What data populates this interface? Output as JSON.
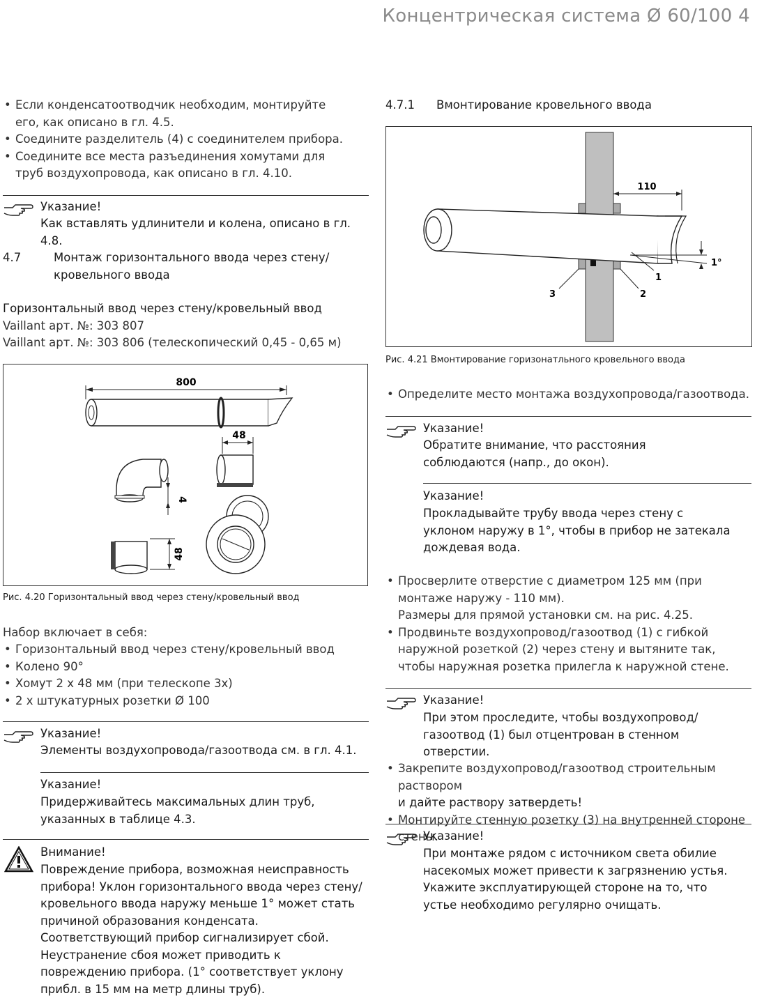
{
  "header": {
    "title": "Концентрическая система Ø 60/100 4"
  },
  "left": {
    "bullets_top": [
      "Если конденсатоотводчик необходим, монтируйте его, как описано в гл. 4.5.",
      "Соедините разделитель (4) с соединителем прибора.",
      "Соедините все места разъединения хомутами для труб воздухопровода, как описано в гл. 4.10."
    ],
    "note1": {
      "title": "Указание!",
      "text": "Как вставлять удлинители и колена, описано в гл. 4.8."
    },
    "section_num": "4.7",
    "section_title_1": "Монтаж горизонтального ввода через стену/",
    "section_title_2": "кровельного ввода",
    "product_title": "Горизонтальный ввод через стену/кровельный ввод",
    "art1": "Vaillant арт. №: 303 807",
    "art2": "Vaillant арт. №: 303 806 (телескопический 0,45 - 0,65 м)",
    "fig20": {
      "dim_800": "800",
      "dim_48a": "48",
      "dim_4": "4",
      "dim_48b": "48"
    },
    "fig20_caption": "Рис. 4.20 Горизонтальный ввод через стену/кровельный ввод",
    "kit_intro": "Набор включает в себя:",
    "kit_items": [
      "Горизонтальный ввод через стену/кровельный ввод",
      "Колено 90°",
      "Хомут 2 х 48 мм (при телескопе 3х)",
      "2 х штукатурных розетки Ø 100"
    ],
    "note2": {
      "title": "Указание!",
      "text": "Элементы воздухопровода/газоотвода см. в гл. 4.1."
    },
    "note3": {
      "title": "Указание!",
      "text": "Придерживайтесь максимальных длин труб, указанных в таблице 4.3."
    },
    "warning": {
      "title": "Внимание!",
      "text": "Повреждение прибора, возможная неисправность прибора! Уклон горизонтального ввода через стену/кровельного ввода наружу меньше 1° может стать причиной образования конденсата. Соответствующий прибор сигнализирует сбой. Неустранение сбоя может приводить к повреждению прибора. (1° соответствует уклону прибл. в 15 мм на метр длины труб)."
    }
  },
  "right": {
    "sub_num": "4.7.1",
    "sub_title": "Вмонтирование кровельного ввода",
    "fig21": {
      "dim_110": "110",
      "angle": "1°",
      "label_1": "1",
      "label_2": "2",
      "label_3": "3"
    },
    "fig21_caption": "Рис. 4.21 Вмонтирование горизонатльного кровельного ввода",
    "bullet_1": "Определите место монтажа воздухопровода/газоотвода.",
    "note1": {
      "title": "Указание!",
      "text": "Обратите внимание, что расстояния соблюдаются (напр., до окон)."
    },
    "note2": {
      "title": "Указание!",
      "text": "Прокладывайте трубу ввода через стену с уклоном наружу в 1°, чтобы в прибор не затекала дождевая вода."
    },
    "bullet_2": "Просверлите отверстие с диаметром 125 мм (при монтаже наружу - 110 мм).",
    "bullet_2b": "Размеры для прямой установки см. на рис. 4.25.",
    "bullet_3": "Продвиньте воздухопровод/газоотвод (1) с гибкой наружной розеткой (2) через стену и вытяните так, чтобы наружная розетка прилегла к наружной стене.",
    "note3": {
      "title": "Указание!",
      "text": "При этом проследите, чтобы воздухопровод/газоотвод (1) был отцентрован в стенном отверстии."
    },
    "bullet_4a": "Закрепите воздухопровод/газоотвод строительным раствором",
    "bullet_4b": "и дайте раствору затвердеть!",
    "bullet_5": "Монтируйте стенную розетку (3) на внутренней стороне стены.",
    "note4": {
      "title": "Указание!",
      "text": "При монтаже рядом с источником света обилие насекомых может привести к загрязнению устья. Укажите эксплуатирующей стороне на то, что устье необходимо регулярно очищать."
    }
  }
}
